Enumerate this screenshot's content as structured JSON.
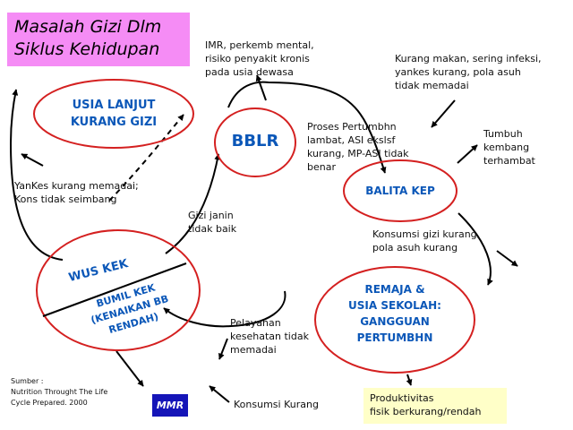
{
  "title": "Masalah Gizi Dlm\nSiklus Kehidupan",
  "nodes": {
    "usia_lanjut": "USIA LANJUT\nKURANG GIZI",
    "bblr": "BBLR",
    "balita": "BALITA KEP",
    "remaja": "REMAJA &\nUSIA SEKOLAH:\nGANGGUAN\nPERTUMBHN",
    "wus": "WUS KEK",
    "bumil": "BUMIL KEK\n(KENAIKAN BB\nRENDAH)"
  },
  "notes": {
    "imr": "IMR, perkemb mental,\nrisiko penyakit kronis\npada usia dewasa",
    "kurang_makan": "Kurang makan, sering infeksi,\nyankes kurang, pola asuh\ntidak memadai",
    "proses": "Proses Pertumbhn\nlambat, ASI ekslsf\nkurang, MP-ASI tidak\nbenar",
    "tumbuh": "Tumbuh\nkembang\nterhambat",
    "yankes": "YanKes kurang memadai;\nKons tidak seimbang",
    "gizi_janin": "Gizi janin\ntidak baik",
    "konsumsi_gizi": "Konsumsi gizi kurang,\npola asuh kurang",
    "pelayanan": "Pelayanan\nkesehatan tidak\nmemadai",
    "konsumsi": "Konsumsi Kurang"
  },
  "source": "Sumber :\nNutrition Throught The Life\nCycle Prepared. 2000",
  "mmr": "MMR",
  "produktivitas": "Produktivitas\nfisik berkurang/rendah",
  "colors": {
    "ellipse_stroke": "#d42020",
    "node_text": "#0b57b8",
    "title_bg": "#f58cf5",
    "mmr_bg": "#1515b8",
    "prod_bg": "#ffffc8"
  }
}
